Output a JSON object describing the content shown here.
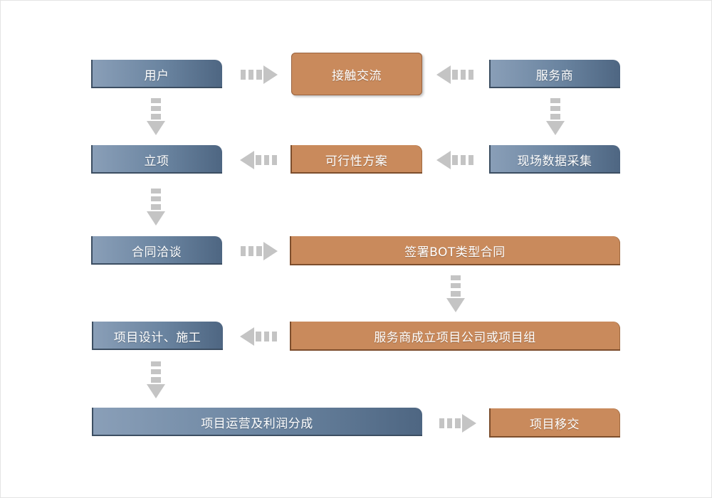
{
  "colors": {
    "blue_box": "#6a84a0",
    "orange_box": "#c98a5c",
    "arrow": "#c4c4c4"
  },
  "nodes": {
    "user": "用户",
    "contact": "接触交流",
    "provider": "服务商",
    "project_setup": "立项",
    "feasibility": "可行性方案",
    "site_data": "现场数据采集",
    "negotiation": "合同洽谈",
    "bot_contract": "签署BOT类型合同",
    "design_build": "项目设计、施工",
    "company_setup": "服务商成立项目公司或项目组",
    "operation": "项目运营及利润分成",
    "handover": "项目移交"
  }
}
